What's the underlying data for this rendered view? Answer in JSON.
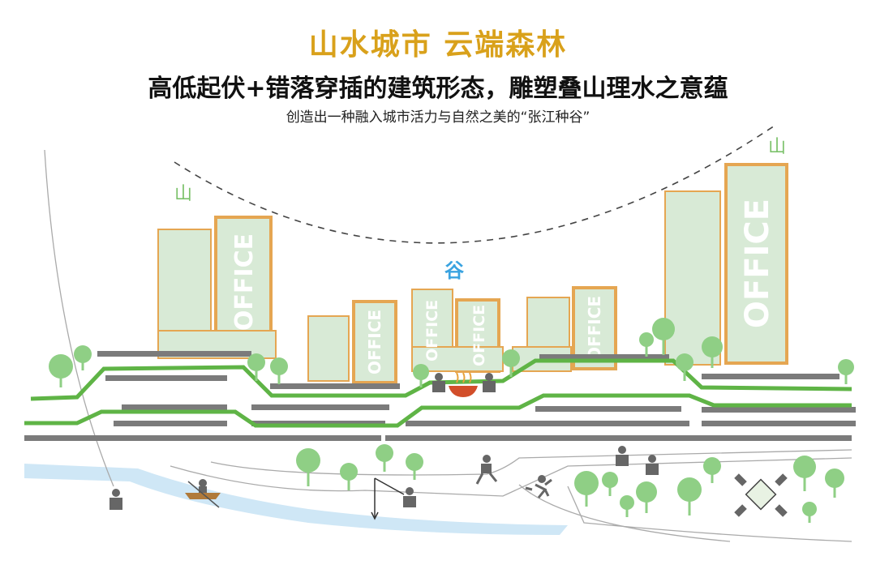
{
  "header": {
    "title": "山水城市 云端森林",
    "subtitle": "高低起伏+错落穿插的建筑形态，雕塑叠山理水之意蕴",
    "caption": "创造出一种融入城市活力与自然之美的“张江种谷”"
  },
  "labels": {
    "mountain_left": "山",
    "mountain_right": "山",
    "valley": "谷",
    "office": "OFFICE"
  },
  "colors": {
    "title": "#d9a11b",
    "building_outline": "#e5a652",
    "building_fill": "#d8ead6",
    "green_line": "#5fb446",
    "tree": "#8fcf85",
    "road_gray": "#7b7b7b",
    "river": "#cfe7f6",
    "valley_text": "#3aa3e0",
    "mountain_text": "#7cc26b"
  }
}
